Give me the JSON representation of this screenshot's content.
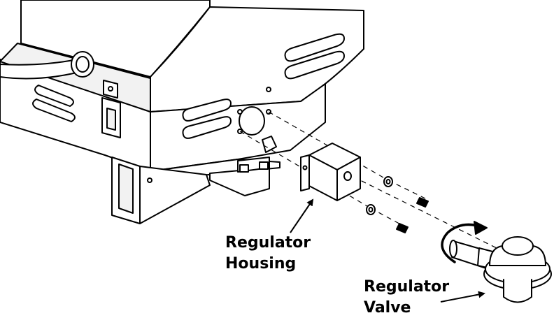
{
  "labels": {
    "regulator_housing": [
      "Regulator",
      "Housing"
    ],
    "regulator_valve": [
      "Regulator",
      "Valve"
    ]
  },
  "colors": {
    "line": "#000000",
    "fill": "#ffffff",
    "shade": "#e6e6e6"
  }
}
